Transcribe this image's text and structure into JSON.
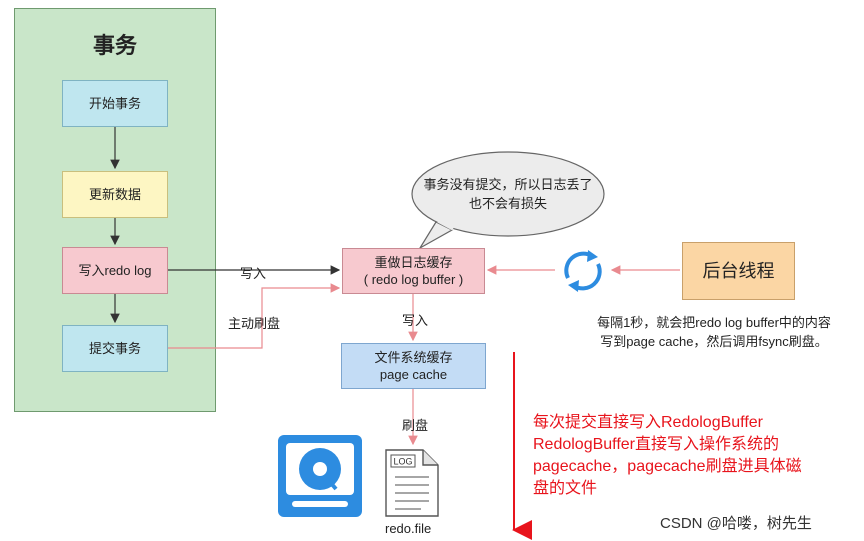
{
  "panel": {
    "title": "事务"
  },
  "steps": {
    "start": "开始事务",
    "update": "更新数据",
    "write": "写入redo log",
    "commit": "提交事务"
  },
  "redo_buffer": {
    "line1": "重做日志缓存",
    "line2": "( redo log buffer )"
  },
  "page_cache_box": {
    "line1": "文件系统缓存",
    "line2": "page cache"
  },
  "thread": {
    "label": "后台线程"
  },
  "edges": {
    "write_label": "写入",
    "active_flush_label": "主动刷盘",
    "write2_label": "写入",
    "flush_label": "刷盘"
  },
  "bubble": {
    "line1": "事务没有提交，所以日志丢了",
    "line2": "也不会有损失"
  },
  "thread_desc": {
    "line1": "每隔1秒，就会把redo log buffer中的内容",
    "line2": "写到page cache，然后调用fsync刷盘。"
  },
  "file": {
    "name": "redo.file",
    "tag": "LOG"
  },
  "red_note": {
    "line1": "每次提交直接写入RedologBuffer",
    "line2": "RedologBuffer直接写入操作系统的",
    "line3": "pagecache，pagecache刷盘进具体磁",
    "line4": "盘的文件"
  },
  "watermark": "CSDN @哈喽，树先生",
  "colors": {
    "red": "#e8141c",
    "pink_line": "#e98a8f",
    "dark_line": "#333333",
    "disk_blue": "#2d8ce0"
  },
  "icons": [
    "sync-icon",
    "disk-icon",
    "log-file-icon"
  ]
}
